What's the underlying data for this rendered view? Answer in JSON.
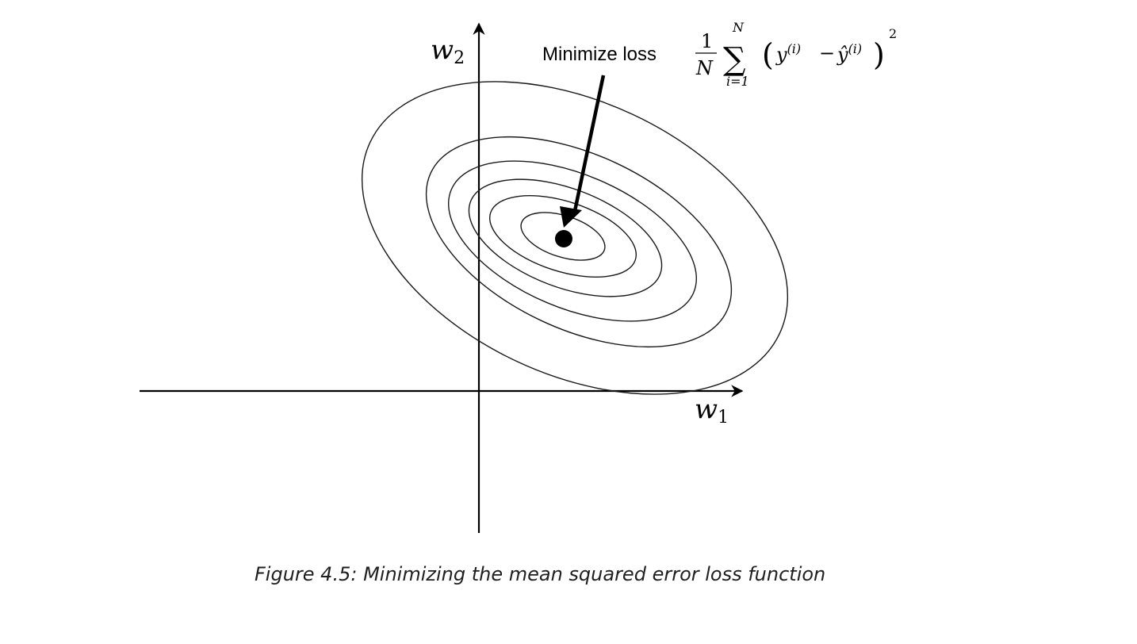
{
  "axes": {
    "x_label_var": "w",
    "x_label_sub": "1",
    "y_label_var": "w",
    "y_label_sub": "2"
  },
  "annotation": {
    "text": "Minimize loss"
  },
  "formula": {
    "frac_num": "1",
    "frac_den": "N",
    "sum_sign": "∑",
    "sum_upper": "N",
    "sum_lower": "i=1",
    "open_paren": "(",
    "y_var": "y",
    "sup_i": "(i)",
    "minus": "−",
    "yhat_var": "ŷ",
    "close_paren": ")",
    "exponent": "2"
  },
  "caption": {
    "text": "Figure 4.5: Minimizing the mean squared error loss function"
  }
}
